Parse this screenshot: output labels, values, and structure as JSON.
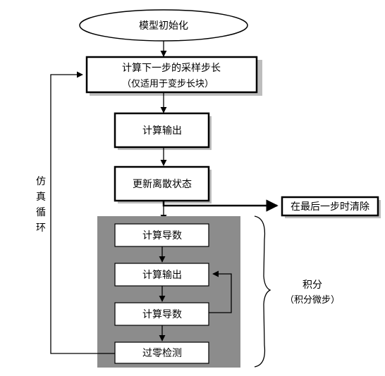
{
  "nodes": {
    "init": "模型初始化",
    "compute_step": "计算下一步的采样步长",
    "compute_step_note": "（仅适用于变步长块）",
    "compute_output": "计算输出",
    "update_state": "更新离散状态",
    "clear_at_last_step": "在最后一步时清除",
    "integ_derivative_1": "计算导数",
    "integ_output": "计算输出",
    "integ_derivative_2": "计算导数",
    "zero_crossing": "过零检测"
  },
  "loop_label": [
    "仿",
    "真",
    "循",
    "环"
  ],
  "integration": {
    "title": "积分",
    "subtitle": "（积分微步）"
  }
}
